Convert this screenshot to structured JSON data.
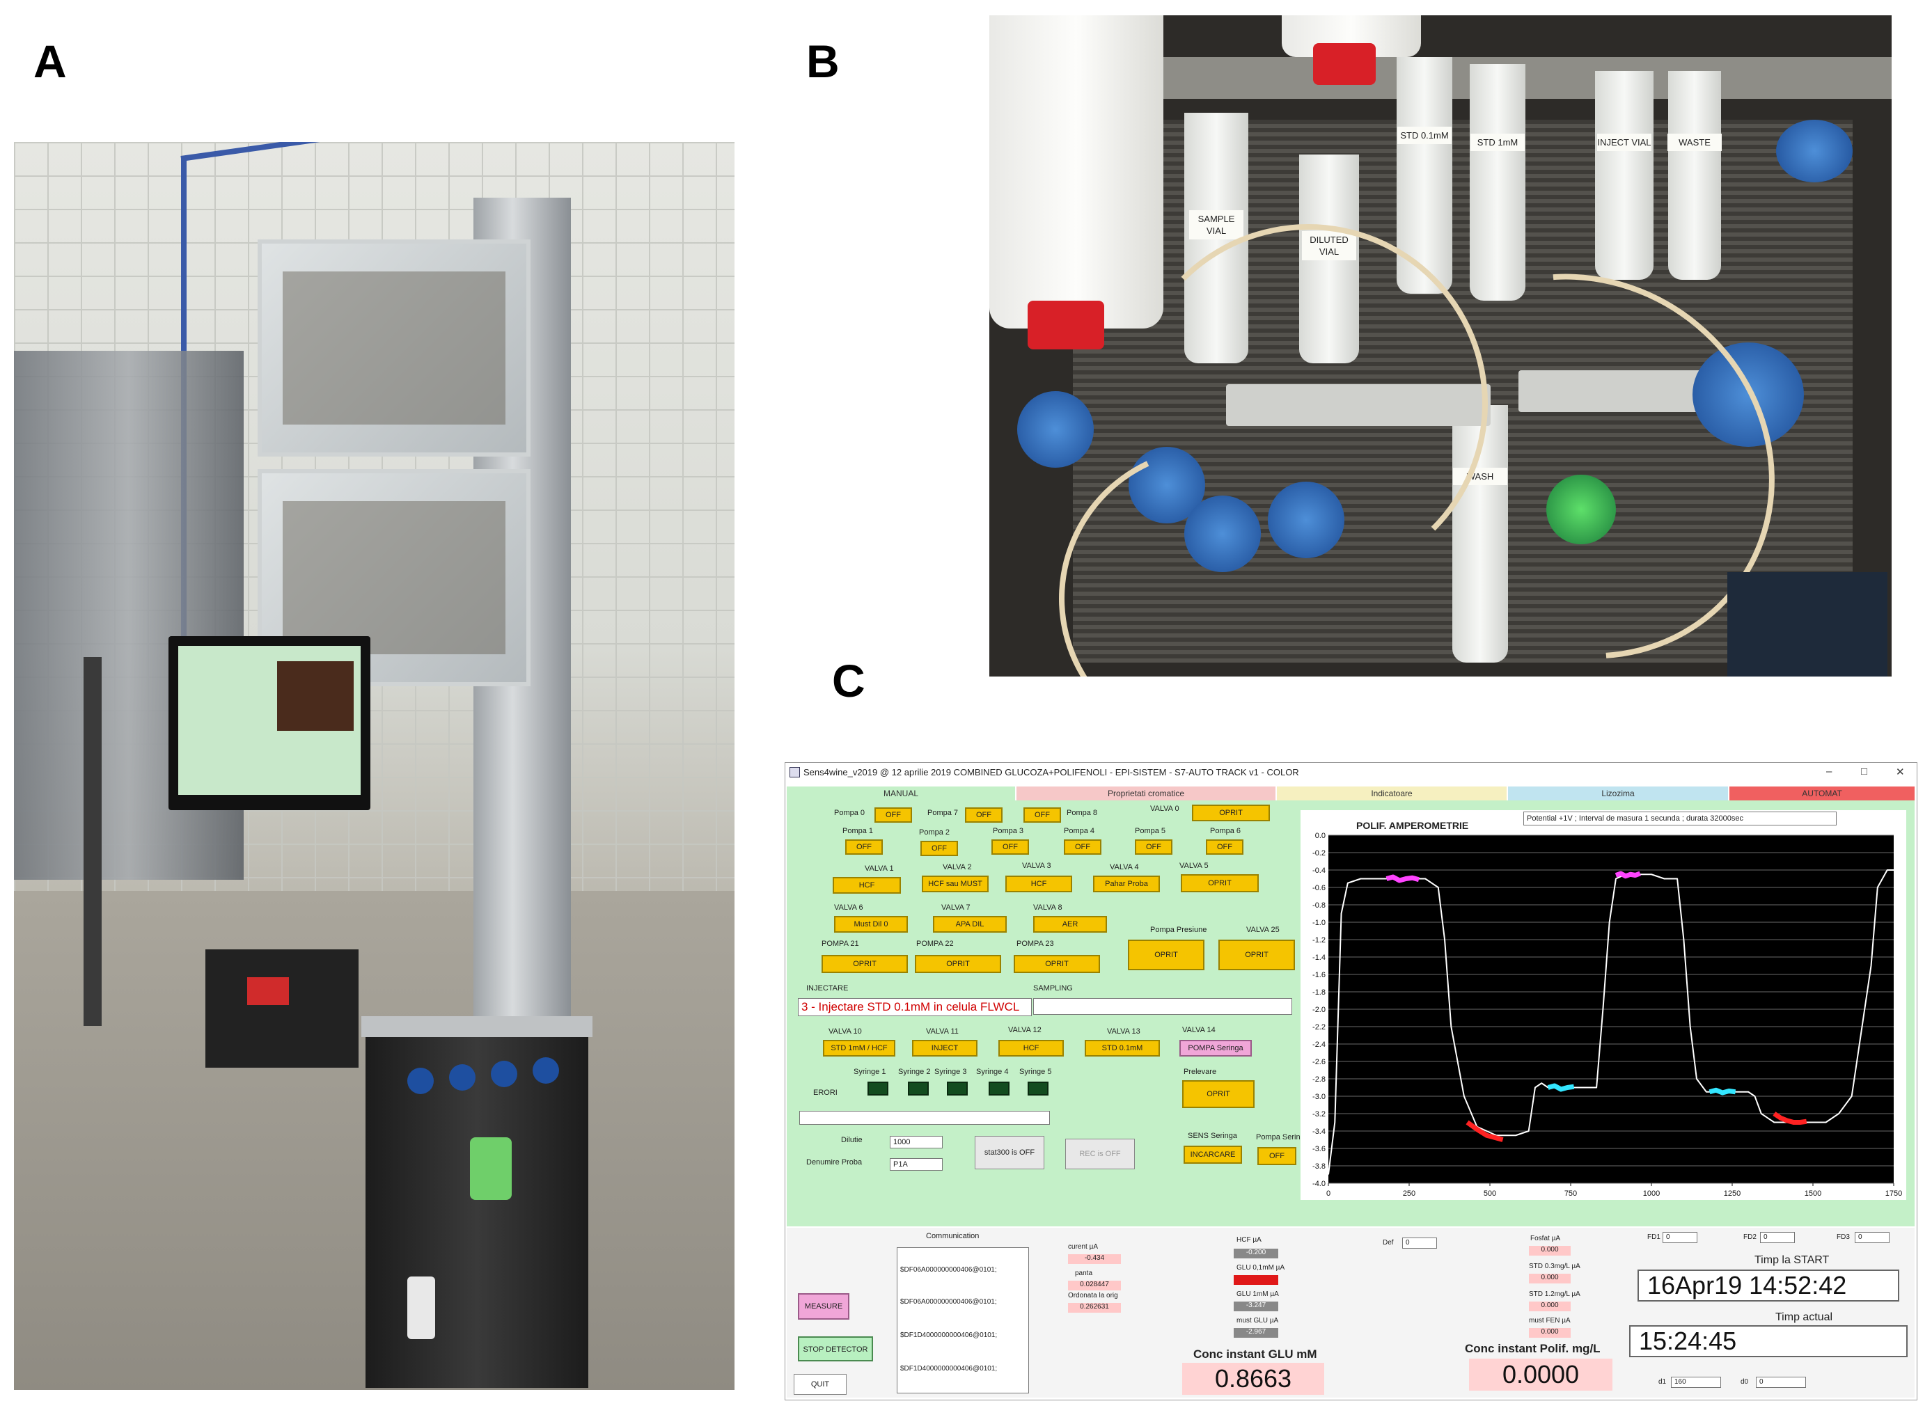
{
  "figure": {
    "panels": {
      "a": "A",
      "b": "B",
      "c": "C"
    },
    "photo_b_labels": {
      "sample_vial": "SAMPLE VIAL",
      "diluted_vial": "DILUTED VIAL",
      "std_01mm": "STD 0.1mM",
      "std_1mm": "STD 1mM",
      "inject_vial": "INJECT VIAL",
      "waste": "WASTE",
      "wash": "WASH"
    }
  },
  "app": {
    "title": "Sens4wine_v2019 @ 12 aprilie 2019 COMBINED GLUCOZA+POLIFENOLI - EPI-SISTEM -     S7-AUTO TRACK v1 - COLOR",
    "tabs": [
      {
        "label": "MANUAL",
        "color": "#c4f0c8"
      },
      {
        "label": "Proprietati cromatice",
        "color": "#f6c8c8"
      },
      {
        "label": "Indicatoare",
        "color": "#f6f0c0"
      },
      {
        "label": "Lizozima",
        "color": "#c0e4f0"
      },
      {
        "label": "AUTOMAT",
        "color": "#f06060"
      }
    ],
    "manual": {
      "pumps_row1": [
        {
          "label": "Pompa 0",
          "state": "OFF"
        },
        {
          "label": "Pompa 7",
          "state": "OFF"
        },
        {
          "label": "Pompa 8",
          "state": "OFF"
        }
      ],
      "valva0": {
        "label": "VALVA 0",
        "state": "OPRIT"
      },
      "pumps_row2": [
        {
          "label": "Pompa 1",
          "state": "OFF"
        },
        {
          "label": "Pompa 2",
          "state": "OFF"
        },
        {
          "label": "Pompa 3",
          "state": "OFF"
        },
        {
          "label": "Pompa 4",
          "state": "OFF"
        },
        {
          "label": "Pompa 5",
          "state": "OFF"
        },
        {
          "label": "Pompa 6",
          "state": "OFF"
        }
      ],
      "valves_row1": [
        {
          "label": "VALVA 1",
          "state": "HCF"
        },
        {
          "label": "VALVA 2",
          "state": "HCF sau MUST"
        },
        {
          "label": "VALVA 3",
          "state": "HCF"
        },
        {
          "label": "VALVA 4",
          "state": "Pahar Proba"
        },
        {
          "label": "VALVA 5",
          "state": "OPRIT"
        }
      ],
      "valves_row2": [
        {
          "label": "VALVA 6",
          "state": "Must Dil 0"
        },
        {
          "label": "VALVA 7",
          "state": "APA DIL"
        },
        {
          "label": "VALVA 8",
          "state": "AER"
        }
      ],
      "pompa_row": [
        {
          "label": "POMPA 21",
          "state": "OPRIT"
        },
        {
          "label": "POMPA 22",
          "state": "OPRIT"
        },
        {
          "label": "POMPA 23",
          "state": "OPRIT"
        }
      ],
      "pompa_presiune": {
        "label": "Pompa Presiune",
        "state": "OPRIT"
      },
      "valva25": {
        "label": "VALVA 25",
        "state": "OPRIT"
      },
      "injectare_label": "INJECTARE",
      "injectare_value": "3 - Injectare STD 0.1mM in celula FLWCL",
      "sampling_label": "SAMPLING",
      "sampling_value": "",
      "valves_row3": [
        {
          "label": "VALVA 10",
          "state": "STD 1mM / HCF"
        },
        {
          "label": "VALVA 11",
          "state": "INJECT"
        },
        {
          "label": "VALVA 12",
          "state": "HCF"
        },
        {
          "label": "VALVA 13",
          "state": "STD 0.1mM"
        },
        {
          "label": "VALVA 14",
          "state": "POMPA Seringa"
        }
      ],
      "syringes": [
        "Syringe 1",
        "Syringe 2",
        "Syringe 3",
        "Syringe 4",
        "Syringe 5"
      ],
      "erori_label": "ERORI",
      "prelevare": {
        "label": "Prelevare",
        "state": "OPRIT"
      },
      "dilutie_label": "Dilutie",
      "dilutie_value": "1000",
      "denumire_label": "Denumire Proba",
      "denumire_value": "P1A",
      "stat_button": "stat300 is OFF",
      "rec_button": "REC is OFF",
      "sens_seringa": {
        "label": "SENS Seringa",
        "state": "INCARCARE"
      },
      "pompa_seringa": {
        "label": "Pompa Seringa",
        "state": "OFF"
      }
    },
    "plot": {
      "title": "POLIF. AMPEROMETRIE",
      "info": "Potential +1V ; Interval de masura 1 secunda ; durata 32000sec"
    },
    "lower": {
      "communication_label": "Communication",
      "communication_lines": [
        "$DF06A000000000406@0101;",
        "$DF06A000000000406@0101;",
        "$DF1D4000000000406@0101;",
        "$DF1D4000000000406@0101;"
      ],
      "measure_button": "MEASURE",
      "stop_button": "STOP DETECTOR",
      "quit_button": "QUIT",
      "curent_label": "curent µA",
      "curent_value": "-0.434",
      "panta_label": "panta",
      "panta_value": "0.028447",
      "ordonata_label": "Ordonata la orig",
      "ordonata_value": "0.262631",
      "hcf_label": "HCF µA",
      "hcf_value": "-0.200",
      "glu01_label": "GLU 0,1mM µA",
      "glu01_value": "",
      "glu1_label": "GLU 1mM µA",
      "glu1_value": "-3.247",
      "mustglu_label": "must GLU µA",
      "mustglu_value": "-2.967",
      "def_label": "Def",
      "def_value": "0",
      "fosfat_label": "Fosfat µA",
      "fosfat_value": "0.000",
      "std03_label": "STD 0.3mg/L µA",
      "std03_value": "0.000",
      "std12_label": "STD 1.2mg/L µA",
      "std12_value": "0.000",
      "mustfen_label": "must FEN µA",
      "mustfen_value": "0.000",
      "fd1_label": "FD1",
      "fd1_value": "0",
      "fd2_label": "FD2",
      "fd2_value": "0",
      "fd3_label": "FD3",
      "fd3_value": "0",
      "timp_start_label": "Timp la START",
      "timp_start_value": "16Apr19 14:52:42",
      "timp_actual_label": "Timp actual",
      "timp_actual_value": "15:24:45",
      "glu_conc_label": "Conc instant GLU mM",
      "glu_conc_value": "0.8663",
      "polif_conc_label": "Conc instant Polif. mg/L",
      "polif_conc_value": "0.0000",
      "d1_label": "d1",
      "d1_value": "160",
      "d0_label": "d0",
      "d0_value": "0"
    }
  },
  "chart_data": {
    "type": "line",
    "title": "POLIF. AMPEROMETRIE",
    "xlim": [
      0,
      1750
    ],
    "ylim": [
      -4.0,
      0.0
    ],
    "x_ticks": [
      0,
      250,
      500,
      750,
      1000,
      1250,
      1500,
      1750
    ],
    "y_ticks": [
      0.0,
      -0.2,
      -0.4,
      -0.6,
      -0.8,
      -1.0,
      -1.2,
      -1.4,
      -1.6,
      -1.8,
      -2.0,
      -2.2,
      -2.4,
      -2.6,
      -2.8,
      -3.0,
      -3.2,
      -3.4,
      -3.6,
      -3.8,
      -4.0
    ],
    "grid": true,
    "background": "#000000",
    "series": [
      {
        "color": "#ffffff",
        "x": [
          0,
          20,
          40,
          60,
          100,
          200,
          300,
          340,
          360,
          380,
          420,
          460,
          520,
          580,
          620,
          640,
          660,
          680,
          700,
          730,
          760,
          790,
          830,
          850,
          870,
          890,
          920,
          970,
          1000,
          1040,
          1080,
          1100,
          1120,
          1140,
          1170,
          1200,
          1230,
          1260,
          1280,
          1300,
          1320,
          1340,
          1380,
          1420,
          1460,
          1500,
          1540,
          1580,
          1620,
          1680,
          1700,
          1730,
          1750
        ],
        "y": [
          -3.9,
          -3.3,
          -0.9,
          -0.55,
          -0.5,
          -0.5,
          -0.5,
          -0.6,
          -1.2,
          -2.2,
          -3.0,
          -3.35,
          -3.45,
          -3.45,
          -3.4,
          -2.9,
          -2.85,
          -2.9,
          -2.9,
          -2.9,
          -2.9,
          -2.9,
          -2.9,
          -2.0,
          -1.0,
          -0.5,
          -0.45,
          -0.45,
          -0.45,
          -0.5,
          -0.5,
          -1.2,
          -2.2,
          -2.8,
          -2.95,
          -2.95,
          -2.95,
          -2.95,
          -2.95,
          -2.95,
          -3.0,
          -3.2,
          -3.3,
          -3.3,
          -3.3,
          -3.3,
          -3.3,
          -3.2,
          -3.0,
          -1.5,
          -0.6,
          -0.4,
          -0.4
        ]
      },
      {
        "color": "#ff44ff",
        "x": [
          180,
          200,
          220,
          240,
          260,
          280
        ],
        "y": [
          -0.5,
          -0.48,
          -0.52,
          -0.5,
          -0.49,
          -0.51
        ]
      },
      {
        "color": "#ff44ff",
        "x": [
          890,
          905,
          920,
          935,
          950,
          965
        ],
        "y": [
          -0.46,
          -0.44,
          -0.47,
          -0.45,
          -0.46,
          -0.44
        ]
      },
      {
        "color": "#ff2222",
        "x": [
          430,
          460,
          490,
          520,
          540
        ],
        "y": [
          -3.3,
          -3.38,
          -3.45,
          -3.48,
          -3.5
        ]
      },
      {
        "color": "#ff2222",
        "x": [
          1380,
          1400,
          1420,
          1440,
          1460,
          1480
        ],
        "y": [
          -3.2,
          -3.25,
          -3.28,
          -3.3,
          -3.3,
          -3.29
        ]
      },
      {
        "color": "#33e6ff",
        "x": [
          680,
          700,
          720,
          740,
          760
        ],
        "y": [
          -2.9,
          -2.88,
          -2.92,
          -2.9,
          -2.89
        ]
      },
      {
        "color": "#33e6ff",
        "x": [
          1180,
          1200,
          1220,
          1240,
          1260
        ],
        "y": [
          -2.95,
          -2.93,
          -2.96,
          -2.94,
          -2.95
        ]
      }
    ]
  }
}
